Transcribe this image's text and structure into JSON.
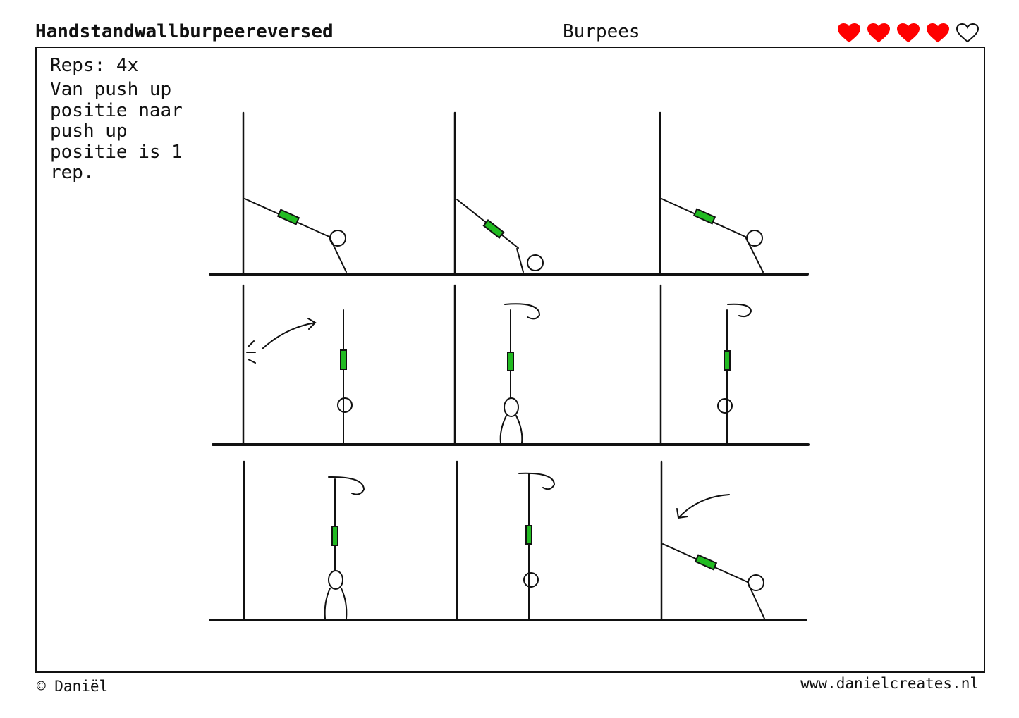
{
  "header": {
    "title": "Handstandwallburpeereversed",
    "category": "Burpees"
  },
  "rating": {
    "value": 4,
    "max": 5,
    "filled_color": "#ff0000"
  },
  "content": {
    "reps": "Reps: 4x",
    "description": "Van push up positie naar push up positie is 1 rep."
  },
  "footer": {
    "copyright": "© Daniël",
    "website": "www.danielcreates.nl"
  },
  "colors": {
    "accent": "#22bb22",
    "line": "#111111"
  }
}
